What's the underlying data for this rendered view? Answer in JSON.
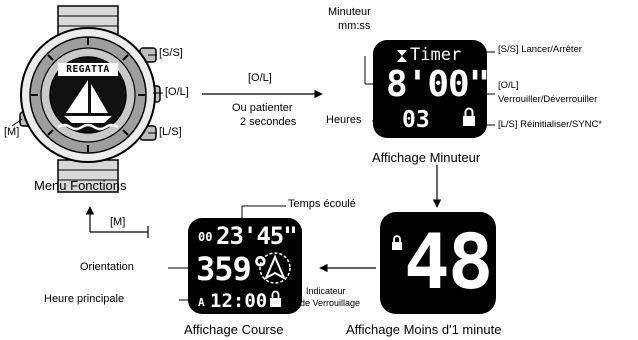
{
  "watch": {
    "mode_label": "REGATTA",
    "btn_ss": "[S/S]",
    "btn_ol": "[O/L]",
    "btn_ls": "[L/S]",
    "btn_m": "[M]",
    "caption": "Menu Fonctions"
  },
  "transition_1": {
    "key": "[O/L]",
    "note_line1": "Ou patienter",
    "note_line2": "2 secondes"
  },
  "timer_display": {
    "header": "Timer",
    "time": "8'00\"",
    "hours": "03",
    "caption": "Affichage Minuteur",
    "label_minuteur_line1": "Minuteur",
    "label_minuteur_line2": "mm:ss",
    "label_heures": "Heures",
    "ann_ss": "[S/S] Lancer/Arrêter",
    "ann_ol_line1": "[O/L]",
    "ann_ol_line2": "Verrouiller/Déverrouiller",
    "ann_ls": "[L/S] Réinitialiser/SYNC*"
  },
  "minute_display": {
    "value": "48",
    "caption": "Affichage Moins d'1 minute"
  },
  "race_display": {
    "elapsed_prefix": "00",
    "elapsed": "23'45\"",
    "heading": "359°",
    "clock_prefix": "A",
    "clock": "12:00",
    "caption": "Affichage Course",
    "label_elapsed": "Temps écoulé",
    "label_orientation": "Orientation",
    "label_main_time": "Heure principale",
    "label_lock_line1": "Indicateur",
    "label_lock_line2": "de Verrouillage"
  },
  "back_key": "[M]"
}
